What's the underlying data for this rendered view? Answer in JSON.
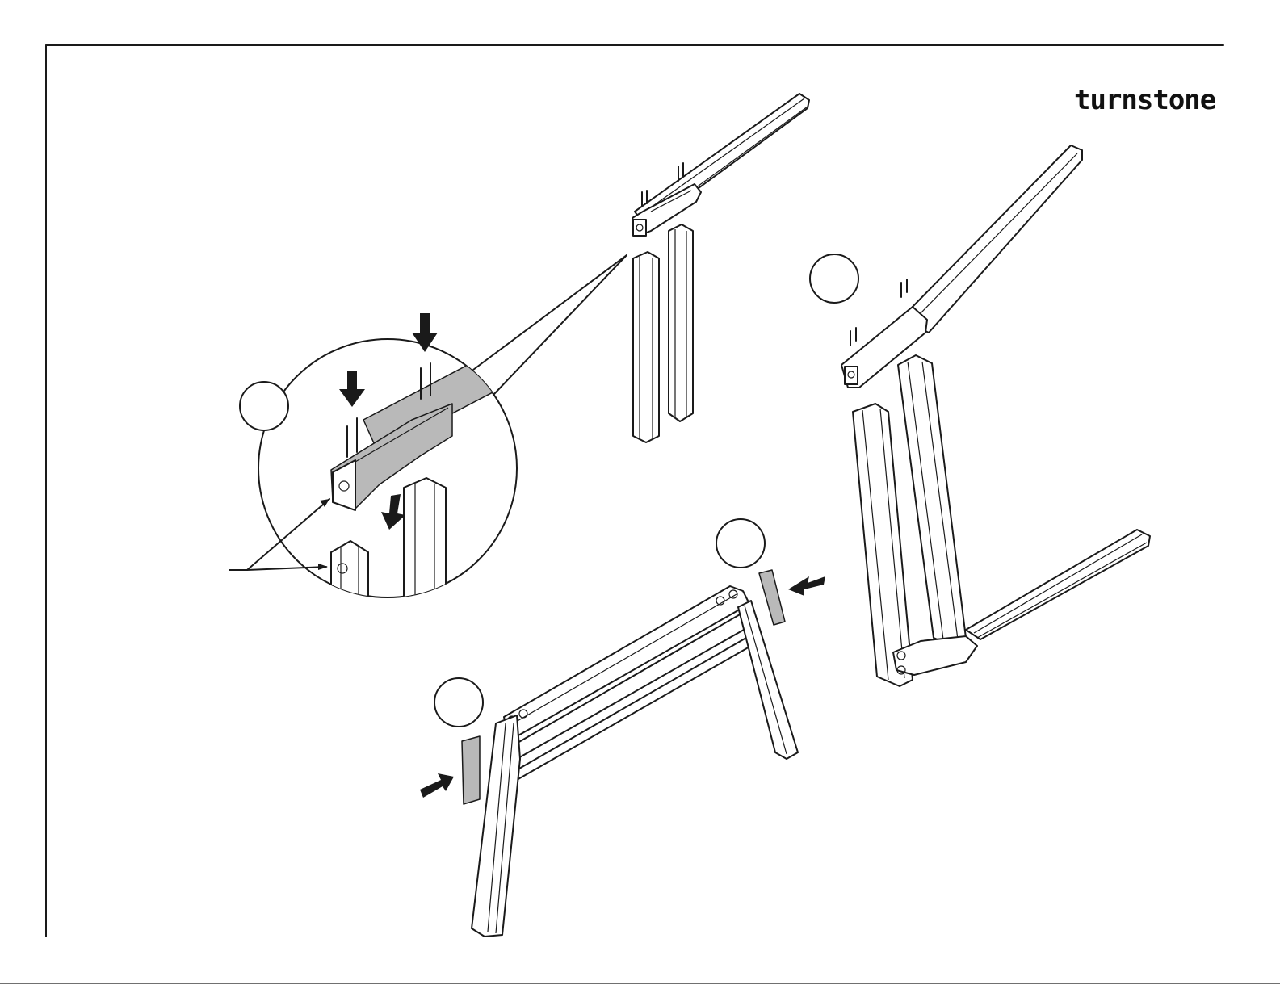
{
  "brand": {
    "logo_text": "turnstone"
  },
  "colors": {
    "ink": "#1a1a1a",
    "shade": "#b9b9b9",
    "paper": "#ffffff"
  },
  "steps": [
    {
      "id": "step-1",
      "label": ""
    },
    {
      "id": "step-2",
      "label": ""
    },
    {
      "id": "step-3",
      "label": ""
    },
    {
      "id": "step-4",
      "label": ""
    }
  ]
}
